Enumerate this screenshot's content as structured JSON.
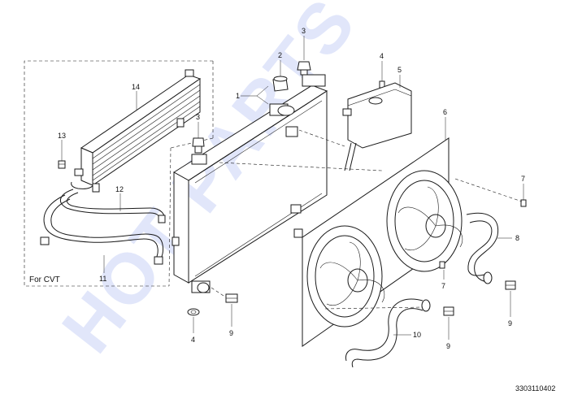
{
  "diagram": {
    "watermark": "HOT PARTS",
    "reference_number": "3303110402",
    "inset_label": "For CVT",
    "callouts": [
      {
        "id": "c1",
        "label": "1"
      },
      {
        "id": "c2",
        "label": "2"
      },
      {
        "id": "c3a",
        "label": "3"
      },
      {
        "id": "c3b",
        "label": "3"
      },
      {
        "id": "c4a",
        "label": "4"
      },
      {
        "id": "c4b",
        "label": "4"
      },
      {
        "id": "c5",
        "label": "5"
      },
      {
        "id": "c6",
        "label": "6"
      },
      {
        "id": "c7a",
        "label": "7"
      },
      {
        "id": "c7b",
        "label": "7"
      },
      {
        "id": "c8",
        "label": "8"
      },
      {
        "id": "c9a",
        "label": "9"
      },
      {
        "id": "c9b",
        "label": "9"
      },
      {
        "id": "c9c",
        "label": "9"
      },
      {
        "id": "c10",
        "label": "10"
      },
      {
        "id": "c11",
        "label": "11"
      },
      {
        "id": "c12",
        "label": "12"
      },
      {
        "id": "c13",
        "label": "13"
      },
      {
        "id": "c14",
        "label": "14"
      }
    ]
  }
}
